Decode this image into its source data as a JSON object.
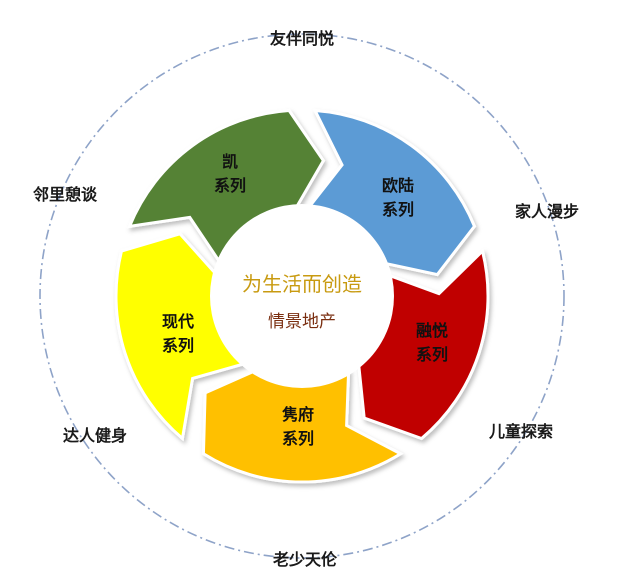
{
  "center": {
    "title": "为生活而创造",
    "subtitle": "情景地产",
    "title_color": "#c89a10",
    "subtitle_color": "#7a2e10"
  },
  "segments": [
    {
      "line1": "凯",
      "line2": "系列",
      "color": "#548235",
      "text_color": "#111111"
    },
    {
      "line1": "欧陆",
      "line2": "系列",
      "color": "#5b9bd5",
      "text_color": "#111111"
    },
    {
      "line1": "融悦",
      "line2": "系列",
      "color": "#c00000",
      "text_color": "#111111"
    },
    {
      "line1": "隽府",
      "line2": "系列",
      "color": "#ffc000",
      "text_color": "#111111"
    },
    {
      "line1": "现代",
      "line2": "系列",
      "color": "#ffff00",
      "text_color": "#111111"
    }
  ],
  "outer_labels": {
    "top": "友伴同悦",
    "right_upper": "家人漫步",
    "right_lower": "儿童探索",
    "bottom": "老少天伦",
    "left_lower": "达人健身",
    "left_upper": "邻里憩谈"
  },
  "colors": {
    "dash_circle": "#8ea3c8"
  }
}
